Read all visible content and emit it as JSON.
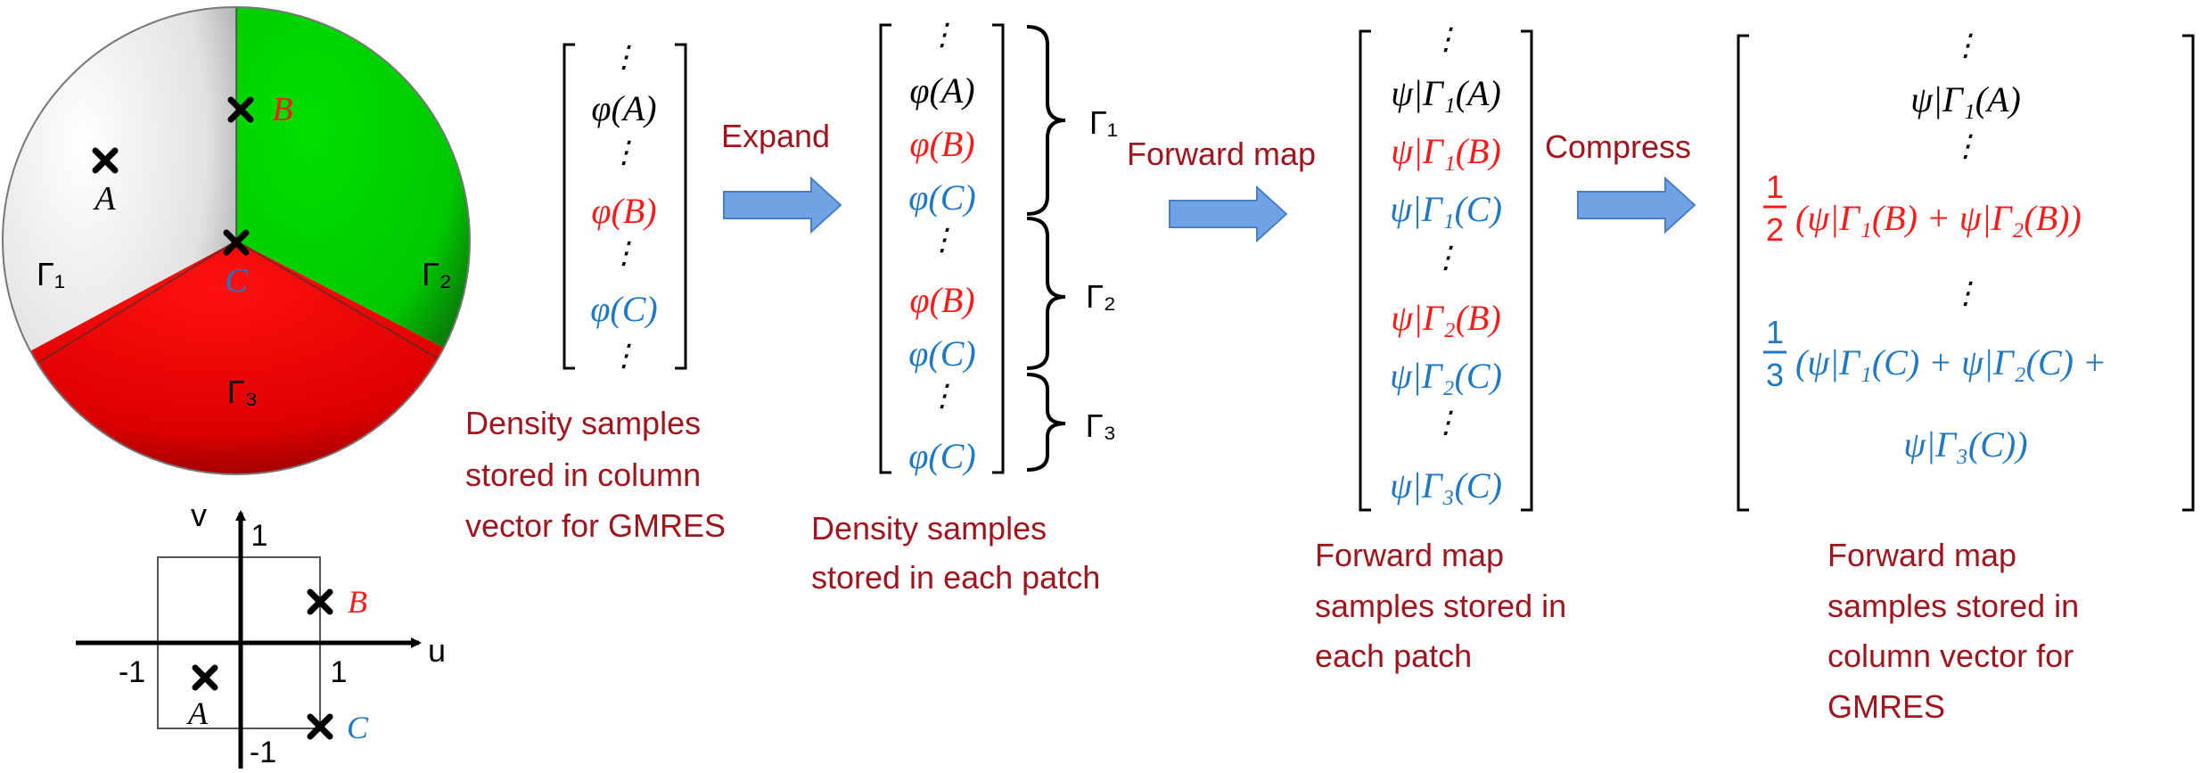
{
  "colors": {
    "black": "#000000",
    "red": "#ff1a1a",
    "blue": "#1e78c4",
    "dark_red": "#a0141e",
    "green": "#00c800",
    "sphere_red": "#e60000",
    "white_patch": "#e8e8e8",
    "arrow_fill": "#6fa3e3",
    "arrow_stroke": "#4a7fc7"
  },
  "sphere": {
    "labels": {
      "gamma1": "Γ₁",
      "gamma2": "Γ₂",
      "gamma3": "Γ₃",
      "point_a": "A",
      "point_b": "B",
      "point_c": "C"
    }
  },
  "param_plot": {
    "axis_u": "u",
    "axis_v": "v",
    "tick_pos_x": "1",
    "tick_neg_x": "-1",
    "tick_pos_y": "1",
    "tick_neg_y": "-1",
    "point_a": "A",
    "point_b": "B",
    "point_c": "C"
  },
  "vector1": {
    "entries": [
      "⋮",
      "φ(A)",
      "⋮",
      "φ(B)",
      "⋮",
      "φ(C)",
      "⋮"
    ],
    "caption": [
      "Density samples",
      "stored in column",
      "vector for GMRES"
    ]
  },
  "arrow1_label": "Expand",
  "vector2": {
    "entries": [
      "⋮",
      "φ(A)",
      "φ(B)",
      "φ(C)",
      "⋮",
      "φ(B)",
      "φ(C)",
      "⋮",
      "φ(C)"
    ],
    "brace_labels": [
      "Γ₁",
      "Γ₂",
      "Γ₃"
    ],
    "caption": [
      "Density samples",
      "stored in each patch"
    ]
  },
  "arrow2_label": "Forward map",
  "vector3": {
    "entries": [
      "⋮",
      "ψ|Γ₁(A)",
      "ψ|Γ₁(B)",
      "ψ|Γ₁(C)",
      "⋮",
      "ψ|Γ₂(B)",
      "ψ|Γ₂(C)",
      "⋮",
      "ψ|Γ₃(C)"
    ],
    "caption": [
      "Forward map",
      "samples stored in",
      "each patch"
    ]
  },
  "arrow3_label": "Compress",
  "vector4": {
    "entries": [
      "⋮",
      "ψ|Γ₁(A)",
      "⋮",
      "⋮"
    ],
    "frac_half_num": "1",
    "frac_half_den": "2",
    "half_expr": "(ψ|Γ₁(B) + ψ|Γ₂(B))",
    "frac_third_num": "1",
    "frac_third_den": "3",
    "third_expr_line1": "(ψ|Γ₁(C) + ψ|Γ₂(C) +",
    "third_expr_line2": "ψ|Γ₃(C))",
    "caption": [
      "Forward map",
      "samples stored in",
      "column vector for",
      "GMRES"
    ]
  }
}
